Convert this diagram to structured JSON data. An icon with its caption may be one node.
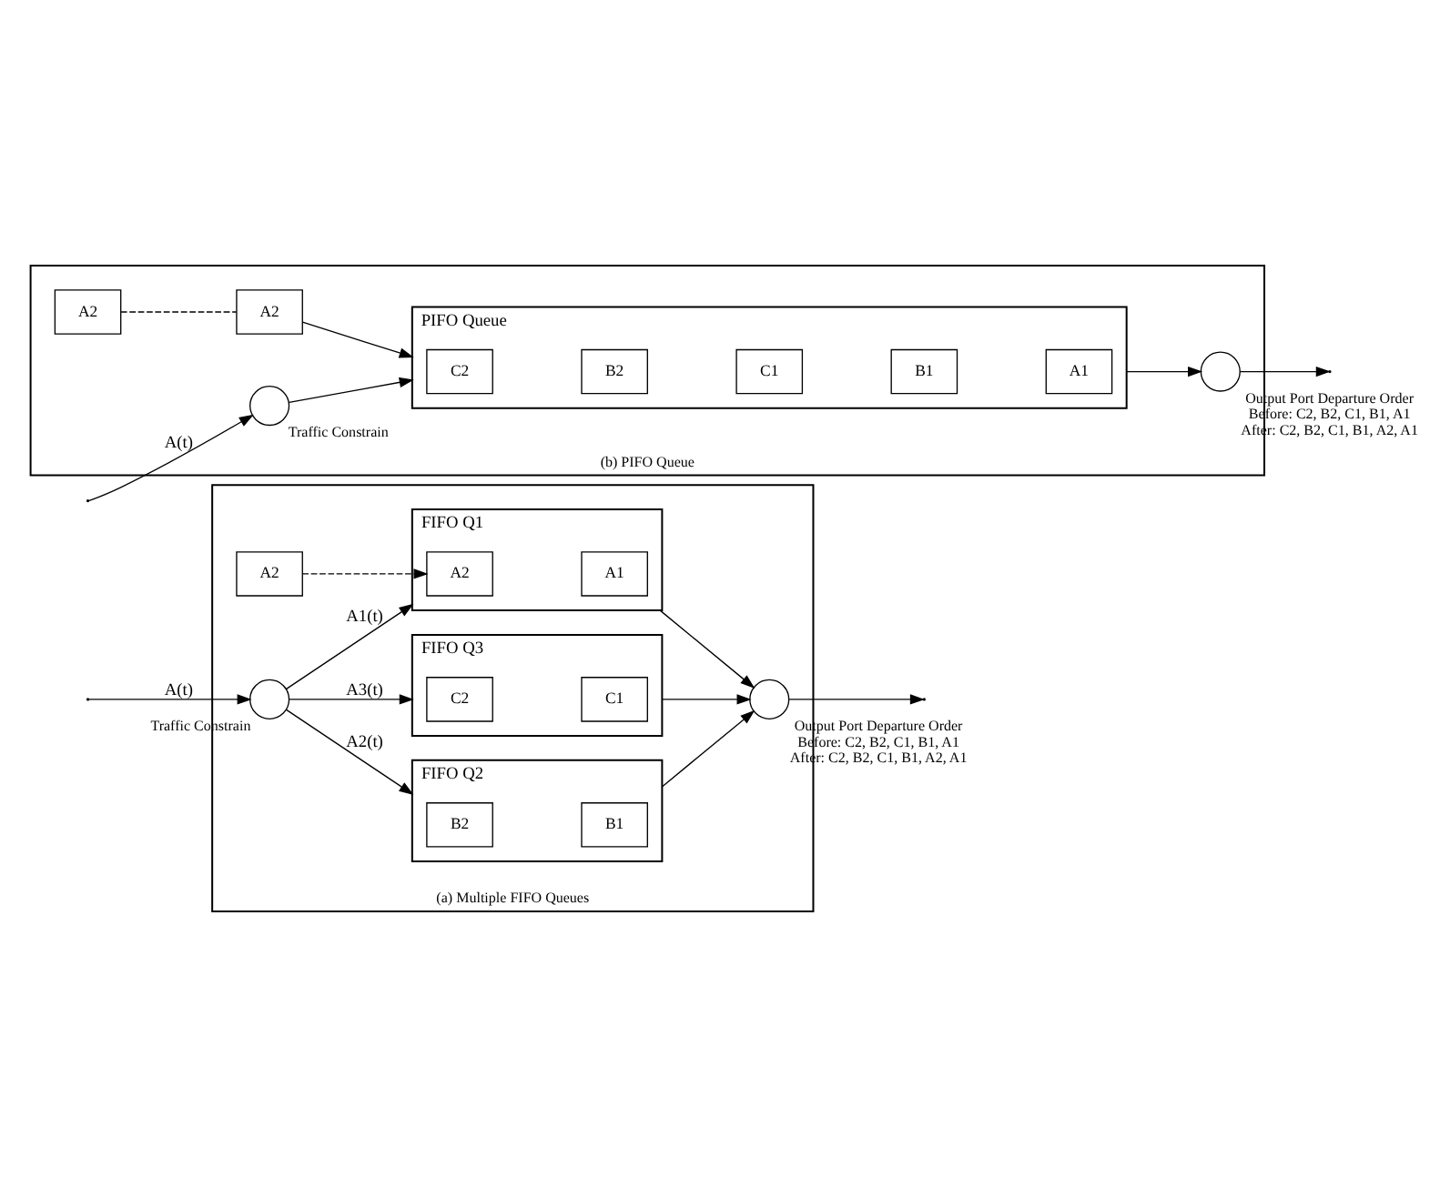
{
  "diagram": {
    "nodes": [
      {
        "text": [
          "(a) Multiple FIFO Queues"
        ]
      },
      {
        "text": [
          "A2"
        ],
        "in": 0
      },
      {
        "text": [],
        "shape": "circle",
        "in": 0,
        "beside": [
          "Traffic Constrain"
        ]
      },
      {
        "text": [
          "FIFO Q1"
        ],
        "in": 0
      },
      {
        "text": [
          "A2"
        ],
        "in": 3
      },
      {
        "text": [
          "A1"
        ],
        "in": 3
      },
      {
        "text": [
          "FIFO Q2"
        ],
        "in": 0
      },
      {
        "text": [
          "B2"
        ],
        "in": 6
      },
      {
        "text": [
          "B1"
        ],
        "in": 6
      },
      {
        "text": [
          "FIFO Q3"
        ],
        "in": 0
      },
      {
        "text": [
          "C2"
        ],
        "in": 9
      },
      {
        "text": [
          "C1"
        ],
        "in": 9
      },
      {
        "text": [],
        "shape": "circle",
        "in": 0,
        "beside": [
          "Output Port Departure Order",
          "Before: C2, B2, C1, B1, A1",
          "After: C2, B2, C1, B1, A2, A1"
        ]
      },
      {
        "text": [
          "(b) PIFO Queue"
        ]
      },
      {
        "text": [
          "A2"
        ],
        "in": 13
      },
      {
        "text": [],
        "shape": "circle",
        "in": 13,
        "beside": [
          "Traffic Constrain"
        ]
      },
      {
        "text": [
          "PIFO Queue"
        ],
        "in": 13
      },
      {
        "text": [
          "C2"
        ],
        "in": 16
      },
      {
        "text": [
          "B2"
        ],
        "in": 16
      },
      {
        "text": [
          "C1"
        ],
        "in": 16
      },
      {
        "text": [
          "B1"
        ],
        "in": 16
      },
      {
        "text": [
          "A1"
        ],
        "in": 16
      },
      {
        "text": [
          "A2"
        ],
        "in": 13
      },
      {
        "text": [],
        "shape": "circle",
        "in": 13,
        "beside": [
          "Output Port Departure Order",
          "Before: C2, B2, C1, B1, A1",
          "After: C2, B2, C1, B1, A2, A1"
        ]
      }
    ],
    "edges": [
      {
        "from": null,
        "to": 2,
        "arrow": "to",
        "label": "A(t)"
      },
      {
        "from": 2,
        "to": 3,
        "arrow": "to",
        "label": "A1(t)"
      },
      {
        "from": 2,
        "to": 6,
        "arrow": "to",
        "label": "A2(t)"
      },
      {
        "from": 2,
        "to": 9,
        "arrow": "to",
        "label": "A3(t)"
      },
      {
        "from": 1,
        "to": 4,
        "arrow": "to",
        "style": "dashed"
      },
      {
        "from": 3,
        "to": 12,
        "arrow": "to"
      },
      {
        "from": 6,
        "to": 12,
        "arrow": "to"
      },
      {
        "from": 9,
        "to": 12,
        "arrow": "to"
      },
      {
        "from": 12,
        "to": null,
        "arrow": "to"
      },
      {
        "from": null,
        "to": 15,
        "arrow": "to",
        "label": "A(t)"
      },
      {
        "from": 15,
        "to": 16,
        "arrow": "to"
      },
      {
        "from": 14,
        "to": 22,
        "arrow": "none",
        "style": "dashed"
      },
      {
        "from": 22,
        "to": 16,
        "arrow": "to"
      },
      {
        "from": 16,
        "to": 23,
        "arrow": "to"
      },
      {
        "from": 23,
        "to": null,
        "arrow": "to"
      }
    ]
  }
}
